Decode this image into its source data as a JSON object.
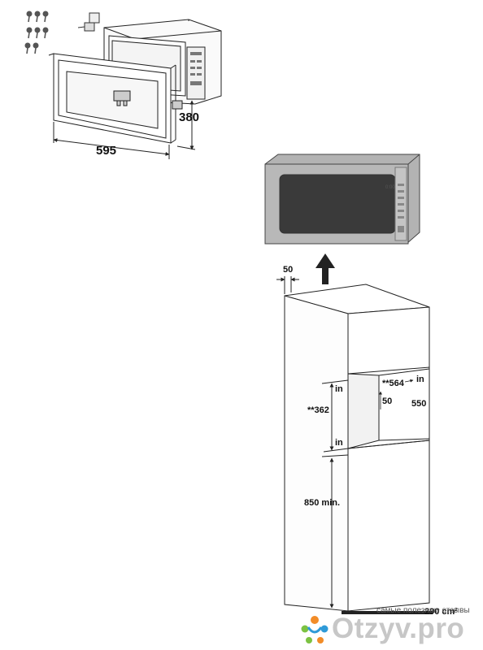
{
  "labels": {
    "kit_width": "595",
    "kit_depth": "380",
    "top_clearance": "50",
    "niche_width": "**564",
    "niche_depth": "550",
    "niche_back_gap": "50",
    "niche_height": "**362",
    "in_top": "in",
    "in_top_right": "in",
    "in_bottom": "in",
    "floor_height": "850 min.",
    "vent_area": "200 cm²",
    "display_time": "0:00"
  },
  "watermark": {
    "caption": "самые полезные отзывы",
    "site": "Otzyv.pro"
  },
  "colors": {
    "line": "#222222",
    "microwave_body": "#b3b3b3",
    "microwave_window": "#3a3a3a",
    "watermark_text": "#c7c7c7",
    "logo_green": "#7cc242",
    "logo_orange": "#f28c28",
    "logo_blue": "#2e9ad8"
  }
}
